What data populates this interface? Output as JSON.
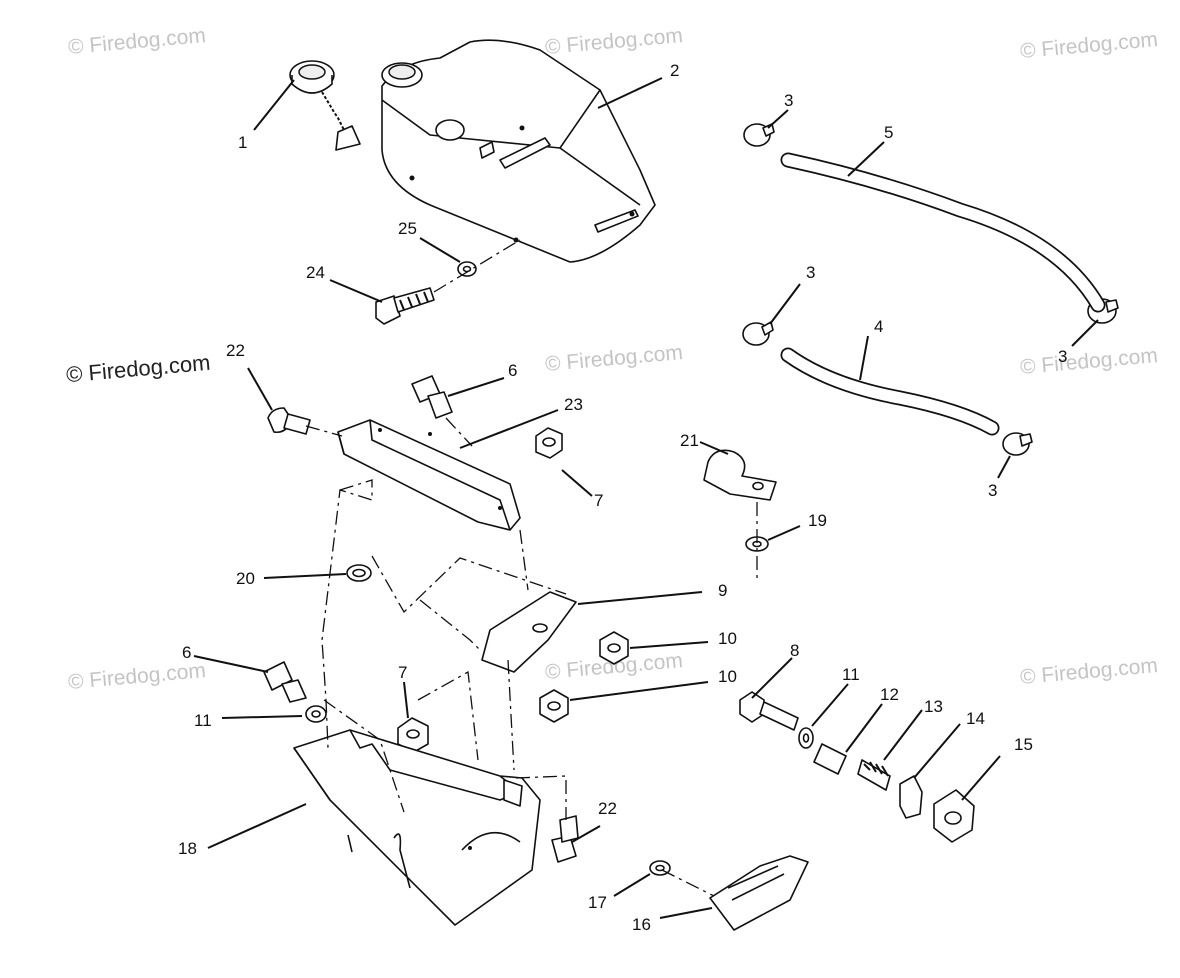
{
  "watermark": "© Firedog.com",
  "watermark_dark": "© Firedog.com",
  "callouts": {
    "c1": "1",
    "c2": "2",
    "c3a": "3",
    "c3b": "3",
    "c3c": "3",
    "c3d": "3",
    "c4": "4",
    "c5": "5",
    "c6a": "6",
    "c6b": "6",
    "c7a": "7",
    "c7b": "7",
    "c8": "8",
    "c9": "9",
    "c10a": "10",
    "c10b": "10",
    "c11a": "11",
    "c11b": "11",
    "c12": "12",
    "c13": "13",
    "c14": "14",
    "c15": "15",
    "c16": "16",
    "c17": "17",
    "c18": "18",
    "c19": "19",
    "c20": "20",
    "c21": "21",
    "c22a": "22",
    "c22b": "22",
    "c23": "23",
    "c24": "24",
    "c25": "25"
  }
}
